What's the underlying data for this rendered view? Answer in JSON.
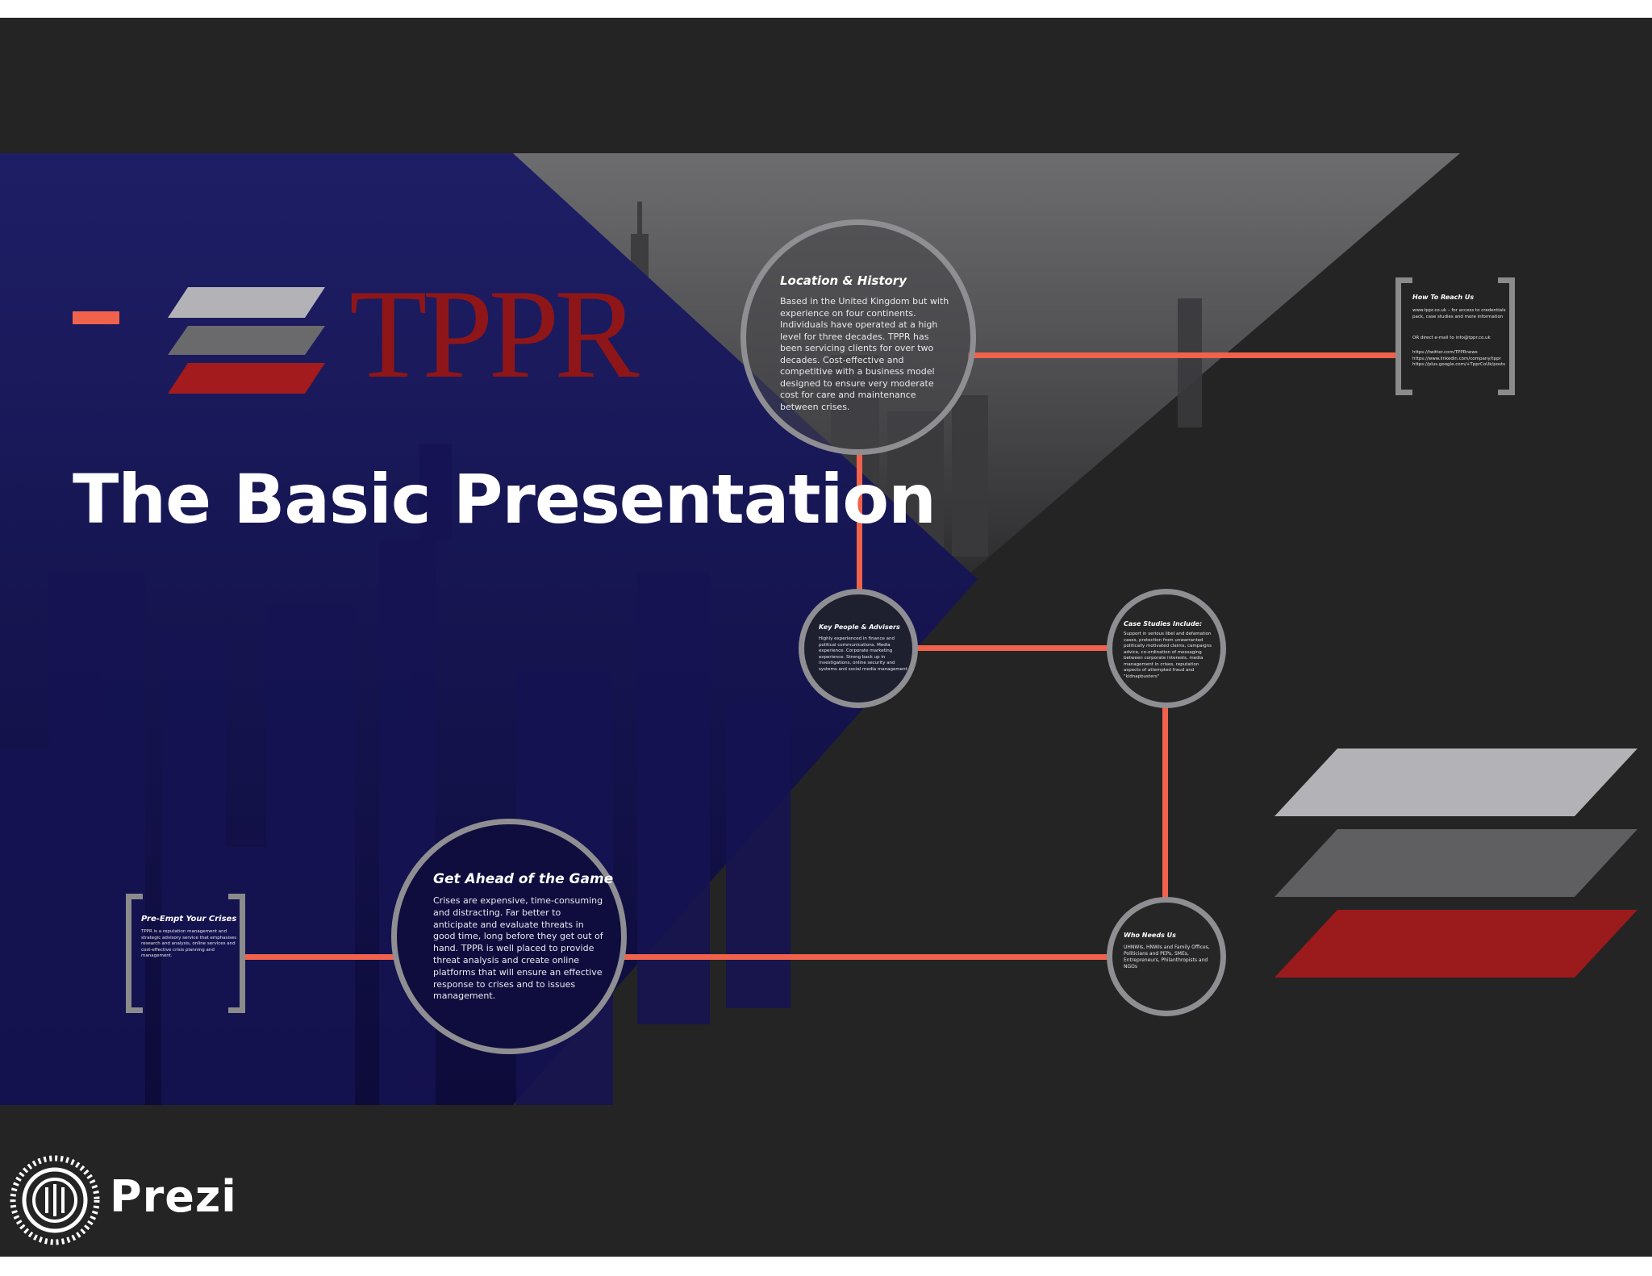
{
  "presentation": {
    "logo_text": "TPPR",
    "title": "The Basic Presentation"
  },
  "nodes": {
    "location_history": {
      "title": "Location & History",
      "body": "Based in the United Kingdom but with experience on four continents. Individuals have operated at a high level for three decades. TPPR has been servicing clients for over two decades. Cost-effective and competitive with a business model designed to ensure very moderate cost for care and maintenance between crises."
    },
    "how_to_reach": {
      "title": "How To Reach Us",
      "line1": "www.tppr.co.uk – for access to credentials pack, case studies and more information",
      "line2": "OR direct e-mail to info@tppr.co.uk",
      "line3": "https://twitter.com/TPPRnews\nhttps://www.linkedin.com/company/tppr\nhttps://plus.google.com/+TpprCoUk/posts"
    },
    "key_people": {
      "title": "Key People & Advisers",
      "body": "Highly experienced in finance and political communications. Media experience. Corporate marketing experience. Strong back up in investigations, online security and systems and social media management"
    },
    "case_studies": {
      "title": "Case Studies Include:",
      "body": "Support in serious libel and defamation cases, protection from unwarranted politically motivated claims, campaigns advice, co-ordination of messaging between corporate interests, media management in crises, reputation aspects of attempted fraud and \"kidnapbusters\""
    },
    "who_needs_us": {
      "title": "Who Needs Us",
      "body": "UHNWIs, HNWIs and Family Offices, Politicians and PEPs, SMEs, Entrepreneurs, Philanthropists and NGOs"
    },
    "get_ahead": {
      "title": "Get Ahead of the Game",
      "body": "Crises are expensive, time-consuming and distracting. Far better to anticipate and evaluate threats in good time, long before they get out of hand. TPPR is well placed to provide threat analysis and create online platforms that will ensure an effective response to crises and to issues management."
    },
    "pre_empt": {
      "title": "Pre-Empt Your Crises",
      "body": "TPPR is a reputation management and strategic advisory service that emphasises research and analysis, online services and cost-effective crisis planning and management."
    }
  },
  "branding": {
    "prezi_label": "Prezi"
  },
  "colors": {
    "stage": "#242424",
    "navy_overlay": "#1c1a5e",
    "connector": "#f0624c",
    "tppr_red": "#8f1618",
    "circle_border": "#8f8f93",
    "stack_light": "#b3b3b7",
    "stack_mid": "#6a6a6d",
    "stack_red": "#9b1a1c"
  }
}
